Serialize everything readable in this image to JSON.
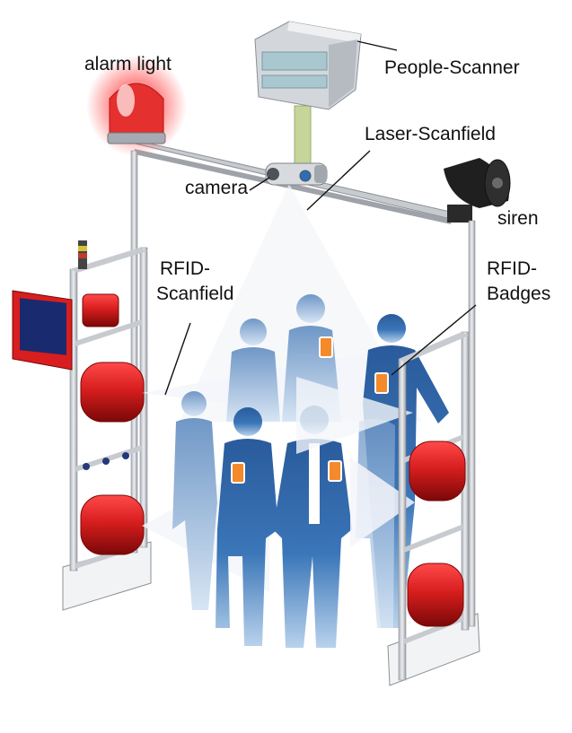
{
  "labels": {
    "alarm_light": "alarm light",
    "people_scanner": "People-Scanner",
    "laser_scanfield": "Laser-Scanfield",
    "camera": "camera",
    "siren": "siren",
    "rfid_scanfield_1": "RFID-",
    "rfid_scanfield_2": "Scanfield",
    "rfid_badges_1": "RFID-",
    "rfid_badges_2": "Badges"
  },
  "colors": {
    "frame": "#c9ccd1",
    "frame_shadow": "#9a9ea4",
    "antenna_red": "#d81e1e",
    "antenna_dark": "#8f0d0d",
    "scan_beam": "#f4f6fa",
    "people_dark": "#163f78",
    "people_light": "#8fb4dc",
    "badge": "#f58a2a",
    "alarm_red": "#e53030",
    "siren_black": "#1f1f1f",
    "monitor_blue": "#1a2a6e"
  },
  "icons": [
    "alarm-light-icon",
    "people-scanner-icon",
    "camera-icon",
    "siren-icon",
    "monitor-icon",
    "status-lamp-icon",
    "rfid-badge-icon"
  ]
}
